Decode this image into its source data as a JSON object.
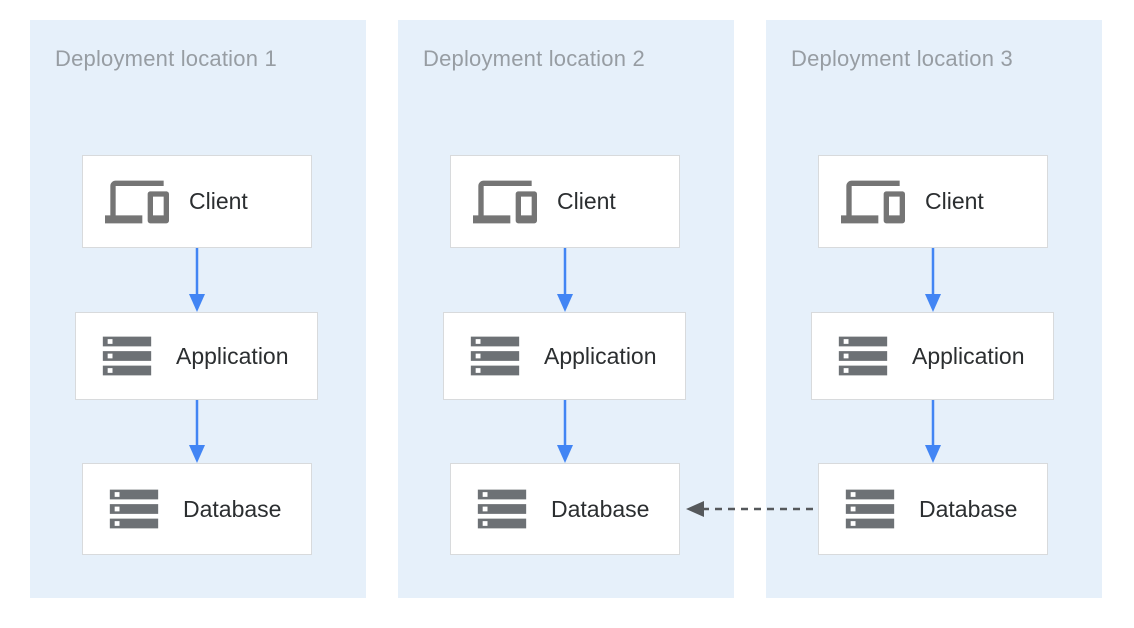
{
  "colors": {
    "page_bg": "#FFFFFF",
    "panel_bg": "#E6F0FA",
    "box_bg": "#FFFFFF",
    "box_border": "#D8DADC",
    "icon_gray": "#6D7175",
    "client_icon_gray": "#757575",
    "title_gray": "#979DA3",
    "label_dark": "#2B2E30",
    "arrow_blue": "#4285F4",
    "arrow_gray": "#55585B"
  },
  "panels": [
    {
      "title": "Deployment location 1",
      "nodes": [
        {
          "label": "Client",
          "icon": "devices-icon"
        },
        {
          "label": "Application",
          "icon": "server-stack-icon"
        },
        {
          "label": "Database",
          "icon": "server-stack-icon"
        }
      ]
    },
    {
      "title": "Deployment location 2",
      "nodes": [
        {
          "label": "Client",
          "icon": "devices-icon"
        },
        {
          "label": "Application",
          "icon": "server-stack-icon"
        },
        {
          "label": "Database",
          "icon": "server-stack-icon"
        }
      ]
    },
    {
      "title": "Deployment location 3",
      "nodes": [
        {
          "label": "Client",
          "icon": "devices-icon"
        },
        {
          "label": "Application",
          "icon": "server-stack-icon"
        },
        {
          "label": "Database",
          "icon": "server-stack-icon"
        }
      ]
    }
  ],
  "edges": {
    "within_each_location": [
      {
        "from": "Client",
        "to": "Application",
        "style": "solid-blue-arrow"
      },
      {
        "from": "Application",
        "to": "Database",
        "style": "solid-blue-arrow"
      }
    ],
    "cross_location": {
      "from": "Database (Deployment location 3)",
      "to": "Database (Deployment location 2)",
      "style": "dashed-gray-arrow"
    }
  }
}
